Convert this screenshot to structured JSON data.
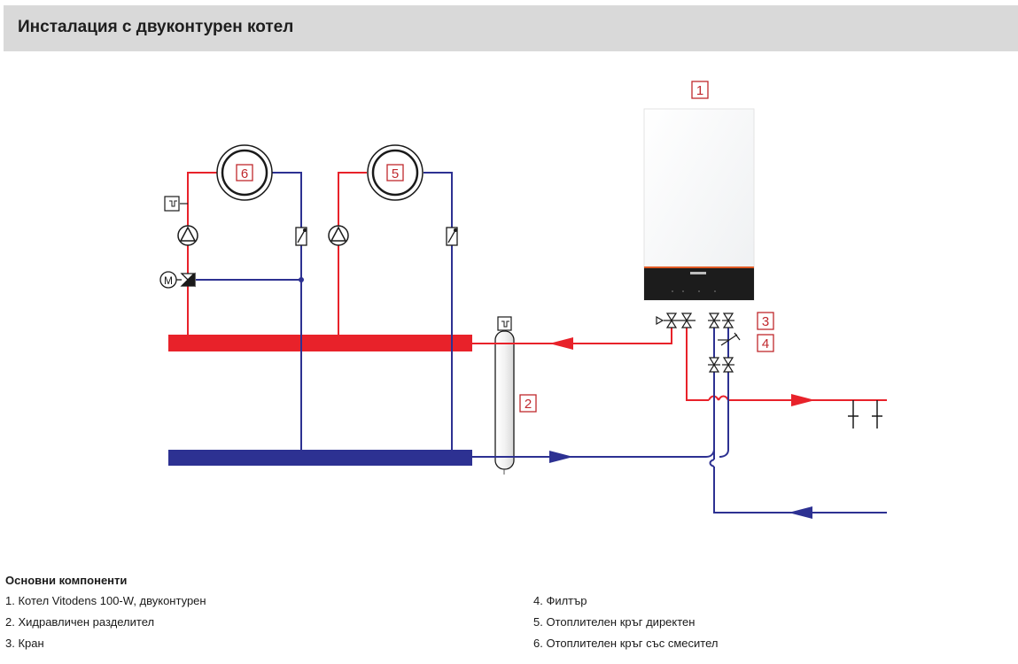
{
  "header": {
    "title": "Инсталация с двуконтурен котел"
  },
  "diagram": {
    "callouts": {
      "boiler": "1",
      "separator": "2",
      "valve": "3",
      "filter": "4",
      "circuit_direct": "5",
      "circuit_mixed": "6"
    },
    "mixer_motor_symbol": "M",
    "colors": {
      "supply": "#e8222a",
      "return": "#2d3192",
      "callout": "#c0282d",
      "boiler_panel": "#1c1c1c",
      "boiler_accent": "#e05a24"
    },
    "icons": [
      "thermometer-icon",
      "pump-icon",
      "check-valve-icon",
      "mixing-valve-icon",
      "ball-valve-icon",
      "filter-icon",
      "radiator-icon",
      "flow-arrow-icon",
      "tap-icon"
    ]
  },
  "legend": {
    "heading": "Основни компоненти",
    "items": [
      "1. Котел Vitodens 100-W, двуконтурен",
      "2. Хидравличен разделител",
      "3. Кран",
      "4. Филтър",
      "5. Отоплителен кръг директен",
      "6. Отоплителен кръг със смесител"
    ]
  }
}
